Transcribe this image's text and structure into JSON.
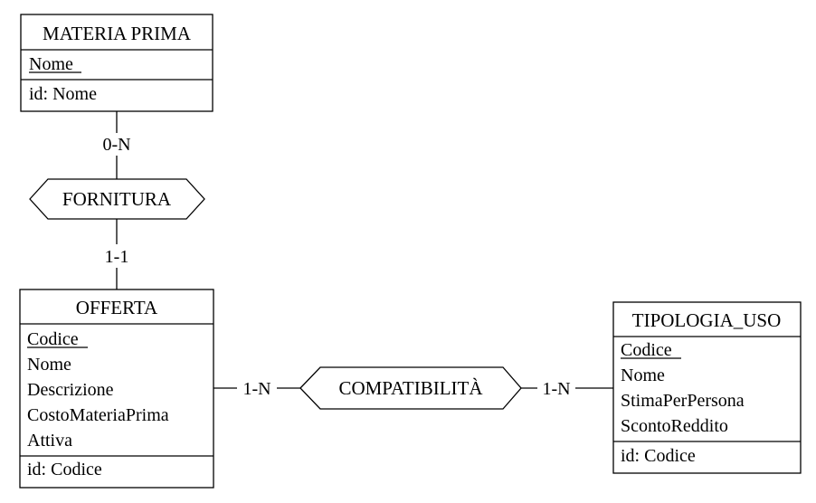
{
  "entities": {
    "materia_prima": {
      "name": "MATERIA PRIMA",
      "key_attribute": "Nome",
      "identifier": "id: Nome"
    },
    "offerta": {
      "name": "OFFERTA",
      "key_attribute": "Codice",
      "attributes": [
        "Nome",
        "Descrizione",
        "CostoMateriaPrima",
        "Attiva"
      ],
      "identifier": "id: Codice"
    },
    "tipologia_uso": {
      "name": "TIPOLOGIA_USO",
      "key_attribute": "Codice",
      "attributes": [
        "Nome",
        "StimaPerPersona",
        "ScontoReddito"
      ],
      "identifier": "id: Codice"
    }
  },
  "relationships": {
    "fornitura": {
      "name": "FORNITURA",
      "card_materia_prima": "0-N",
      "card_offerta": "1-1"
    },
    "compatibilita": {
      "name": "COMPATIBILITÀ",
      "card_offerta": "1-N",
      "card_tipologia_uso": "1-N"
    }
  }
}
